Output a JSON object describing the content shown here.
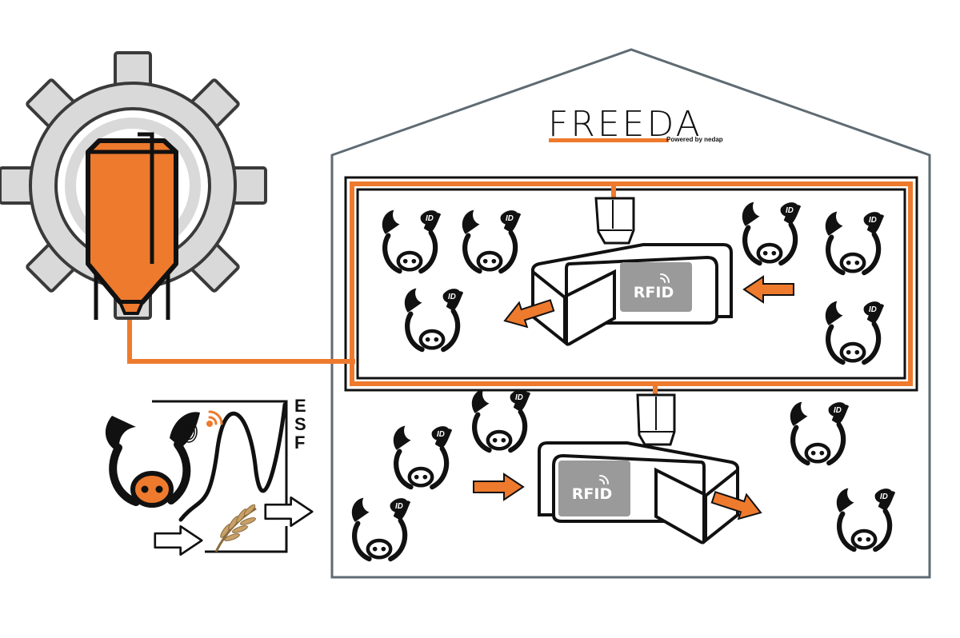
{
  "brand": {
    "name": "FREEDA",
    "tagline": "Powered by nedap"
  },
  "labels": {
    "rfid_top": "RFID",
    "rfid_bottom": "RFID",
    "esf": [
      "E",
      "S",
      "F"
    ],
    "pig_tag": "ID"
  },
  "colors": {
    "accent": "#ee7a2d",
    "ink": "#111111",
    "gear": "#d9d9d9",
    "building_outline": "#5f6b73",
    "rfid_panel": "#9a9a9a"
  },
  "icons": [
    "gear-icon",
    "silo-icon",
    "barn-outline",
    "feeding-station-icon",
    "pig-head-icon",
    "wheat-icon",
    "arrow-icon",
    "wifi-icon",
    "fingerprint-icon"
  ]
}
